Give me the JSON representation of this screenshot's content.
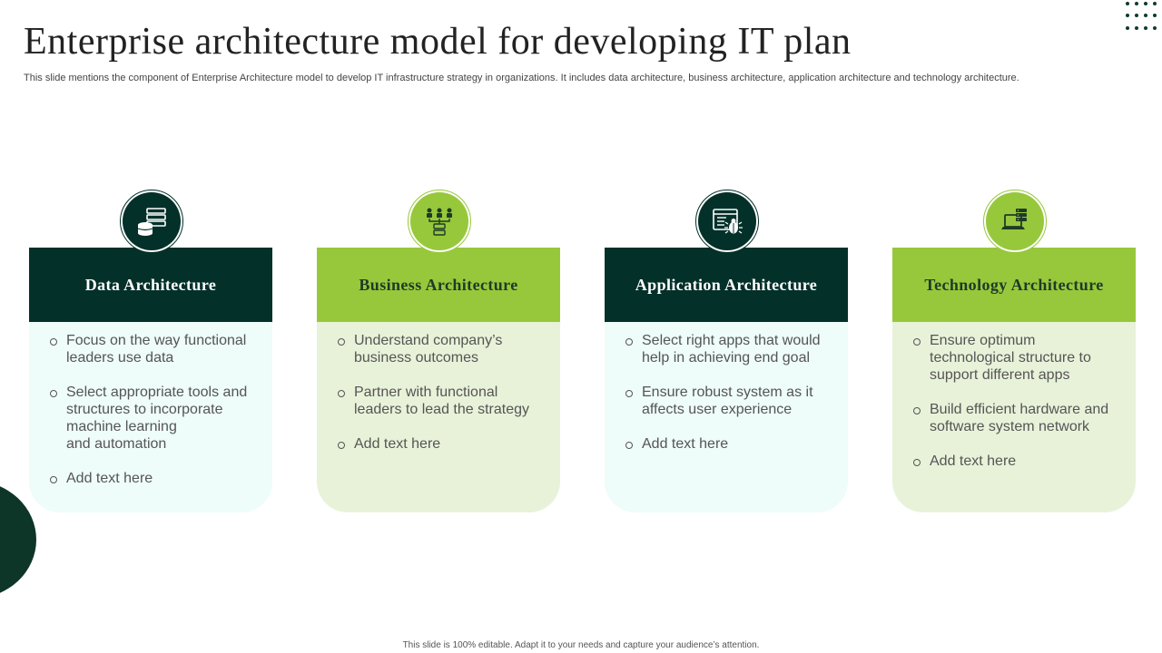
{
  "title": "Enterprise architecture model for developing IT plan",
  "subtitle": "This slide mentions the component of Enterprise Architecture model to develop IT infrastructure strategy in organizations. It includes data architecture, business architecture, application architecture and technology architecture.",
  "colors": {
    "dark": "#04302a",
    "green": "#97c83b",
    "dark_body": "#eefcfa",
    "green_body": "#e8f2d9"
  },
  "cards": [
    {
      "heading": "Data Architecture",
      "icon": "database-icon",
      "bullets": [
        [
          "Focus on the way functional",
          "leaders use data"
        ],
        [
          "Select appropriate tools and",
          "structures  to incorporate",
          "machine learning",
          "and automation"
        ],
        [
          "Add text here"
        ]
      ]
    },
    {
      "heading": "Business Architecture",
      "icon": "org-chart-icon",
      "bullets": [
        [
          "Understand company’s",
          "business outcomes"
        ],
        [
          "Partner with functional",
          "leaders to lead the strategy"
        ],
        [
          "Add text here"
        ]
      ]
    },
    {
      "heading": "Application Architecture",
      "icon": "app-bug-icon",
      "bullets": [
        [
          "Select right apps that would",
          "help in achieving end goal"
        ],
        [
          "Ensure robust system as it",
          "affects user experience"
        ],
        [
          "Add text here"
        ]
      ]
    },
    {
      "heading": "Technology Architecture",
      "icon": "server-laptop-icon",
      "bullets": [
        [
          "Ensure optimum",
          "technological structure  to",
          "support different apps"
        ],
        [
          "Build efficient hardware and",
          "software system network"
        ],
        [
          "Add text here"
        ]
      ]
    }
  ],
  "footer": "This slide is 100% editable.  Adapt it to your needs and capture your audience’s attention."
}
